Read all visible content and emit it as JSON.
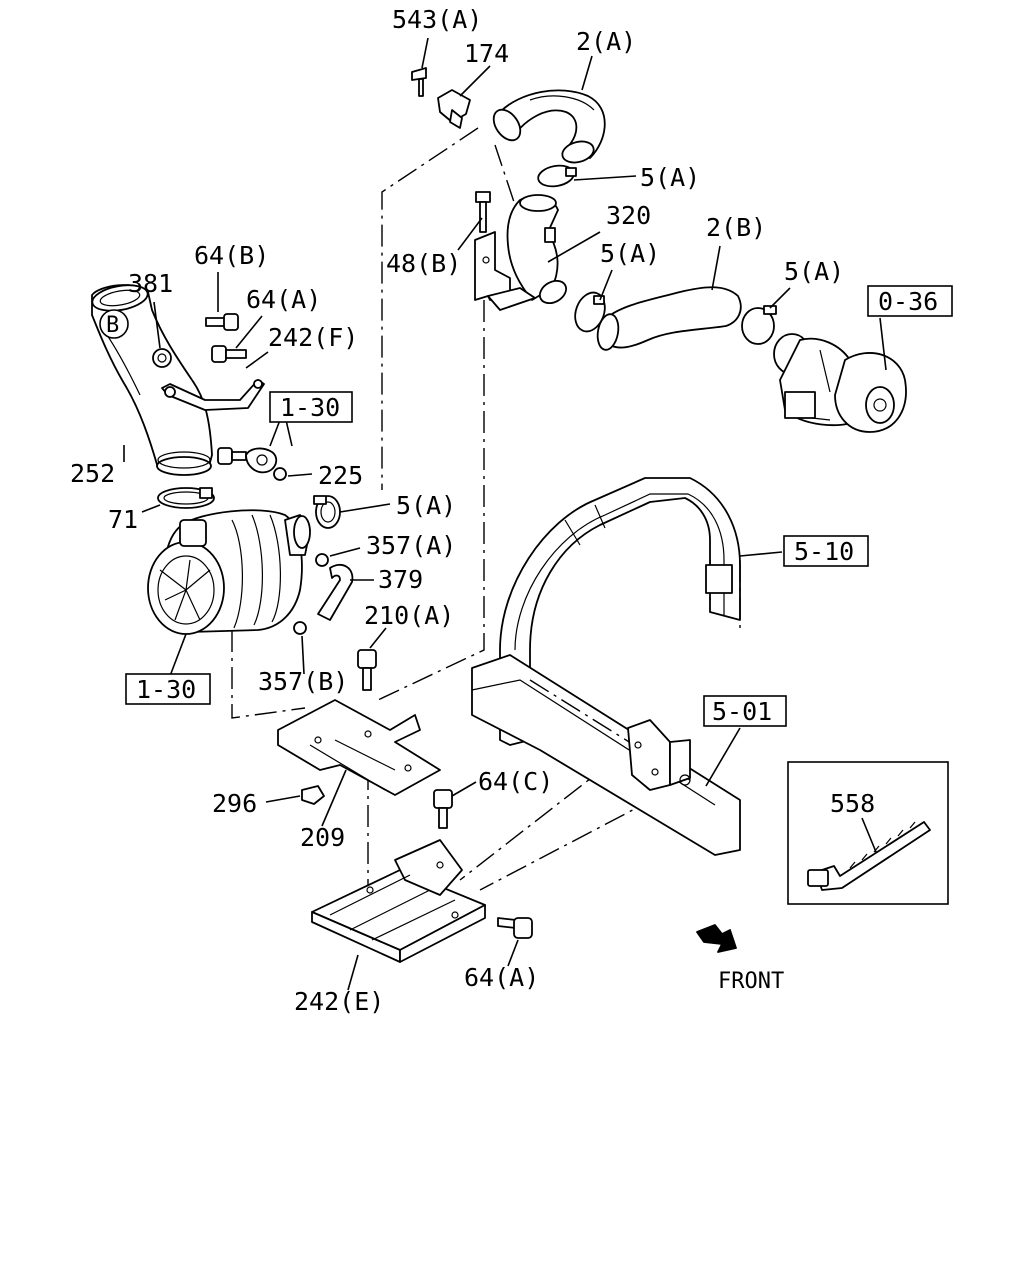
{
  "labels": {
    "l543a": "543(A)",
    "l174": "174",
    "l2a": "2(A)",
    "l5a_top": "5(A)",
    "l320": "320",
    "l48b": "48(B)",
    "l2b": "2(B)",
    "l5a_mid": "5(A)",
    "l5a_right": "5(A)",
    "l64b": "64(B)",
    "l381": "381",
    "l64a_top": "64(A)",
    "l242f": "242(F)",
    "lB": "B",
    "l252": "252",
    "l130_top": "1-30",
    "l225": "225",
    "l5a_cleaner": "5(A)",
    "l71": "71",
    "l357a": "357(A)",
    "l379": "379",
    "l210a": "210(A)",
    "l130_bottom": "1-30",
    "l357b": "357(B)",
    "l036": "0-36",
    "l510": "5-10",
    "l501": "5-01",
    "l296": "296",
    "l209": "209",
    "l64c": "64(C)",
    "l242e": "242(E)",
    "l64a_bottom": "64(A)",
    "l558": "558",
    "lfront": "FRONT"
  }
}
